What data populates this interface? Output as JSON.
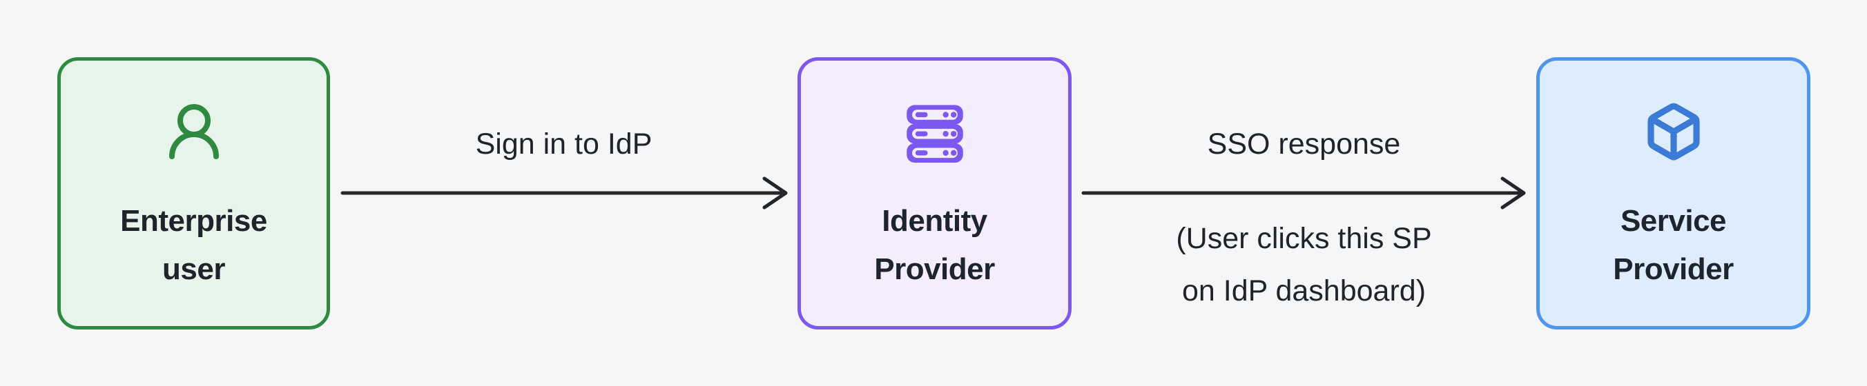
{
  "diagram": {
    "background": "#f5f6f5",
    "text_color": "#1f242a",
    "arrow_color": "#22262b",
    "nodes": [
      {
        "label_line1": "Enterprise",
        "label_line2": "user",
        "icon": "user-icon",
        "fill": "#e7f4e9",
        "border": "#2f8a41",
        "icon_color": "#2f8a41"
      },
      {
        "label_line1": "Identity",
        "label_line2": "Provider",
        "icon": "server-stack-icon",
        "fill": "#f4edfe",
        "border": "#7c58f0",
        "icon_color": "#7c58f0"
      },
      {
        "label_line1": "Service",
        "label_line2": "Provider",
        "icon": "cube-icon",
        "fill": "#ddedfe",
        "border": "#4e95f2",
        "icon_color": "#3b7ad6"
      }
    ],
    "edges": [
      {
        "label": "Sign in to IdP"
      },
      {
        "label": "SSO response",
        "note_line1": "(User clicks this SP",
        "note_line2": "on IdP dashboard)"
      }
    ]
  }
}
